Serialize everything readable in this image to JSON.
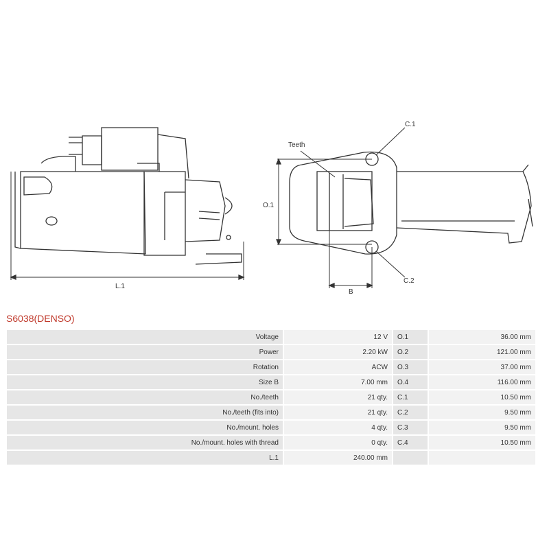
{
  "part_title": "S6038(DENSO)",
  "drawing_labels": {
    "l1": "L.1",
    "o1": "O.1",
    "b": "B",
    "c1": "C.1",
    "c2": "C.2",
    "teeth": "Teeth"
  },
  "specs": {
    "rows": [
      {
        "name": "Voltage",
        "value": "12 V",
        "code": "O.1",
        "dim": "36.00 mm"
      },
      {
        "name": "Power",
        "value": "2.20 kW",
        "code": "O.2",
        "dim": "121.00 mm"
      },
      {
        "name": "Rotation",
        "value": "ACW",
        "code": "O.3",
        "dim": "37.00 mm"
      },
      {
        "name": "Size B",
        "value": "7.00 mm",
        "code": "O.4",
        "dim": "116.00 mm"
      },
      {
        "name": "No./teeth",
        "value": "21 qty.",
        "code": "C.1",
        "dim": "10.50 mm"
      },
      {
        "name": "No./teeth (fits into)",
        "value": "21 qty.",
        "code": "C.2",
        "dim": "9.50 mm"
      },
      {
        "name": "No./mount. holes",
        "value": "4 qty.",
        "code": "C.3",
        "dim": "9.50 mm"
      },
      {
        "name": "No./mount. holes with thread",
        "value": "0 qty.",
        "code": "C.4",
        "dim": "10.50 mm"
      },
      {
        "name": "L.1",
        "value": "240.00 mm",
        "code": "",
        "dim": ""
      }
    ]
  },
  "colors": {
    "title": "#c0392b",
    "row_label_bg": "#e6e6e6",
    "row_value_bg": "#f2f2f2"
  }
}
